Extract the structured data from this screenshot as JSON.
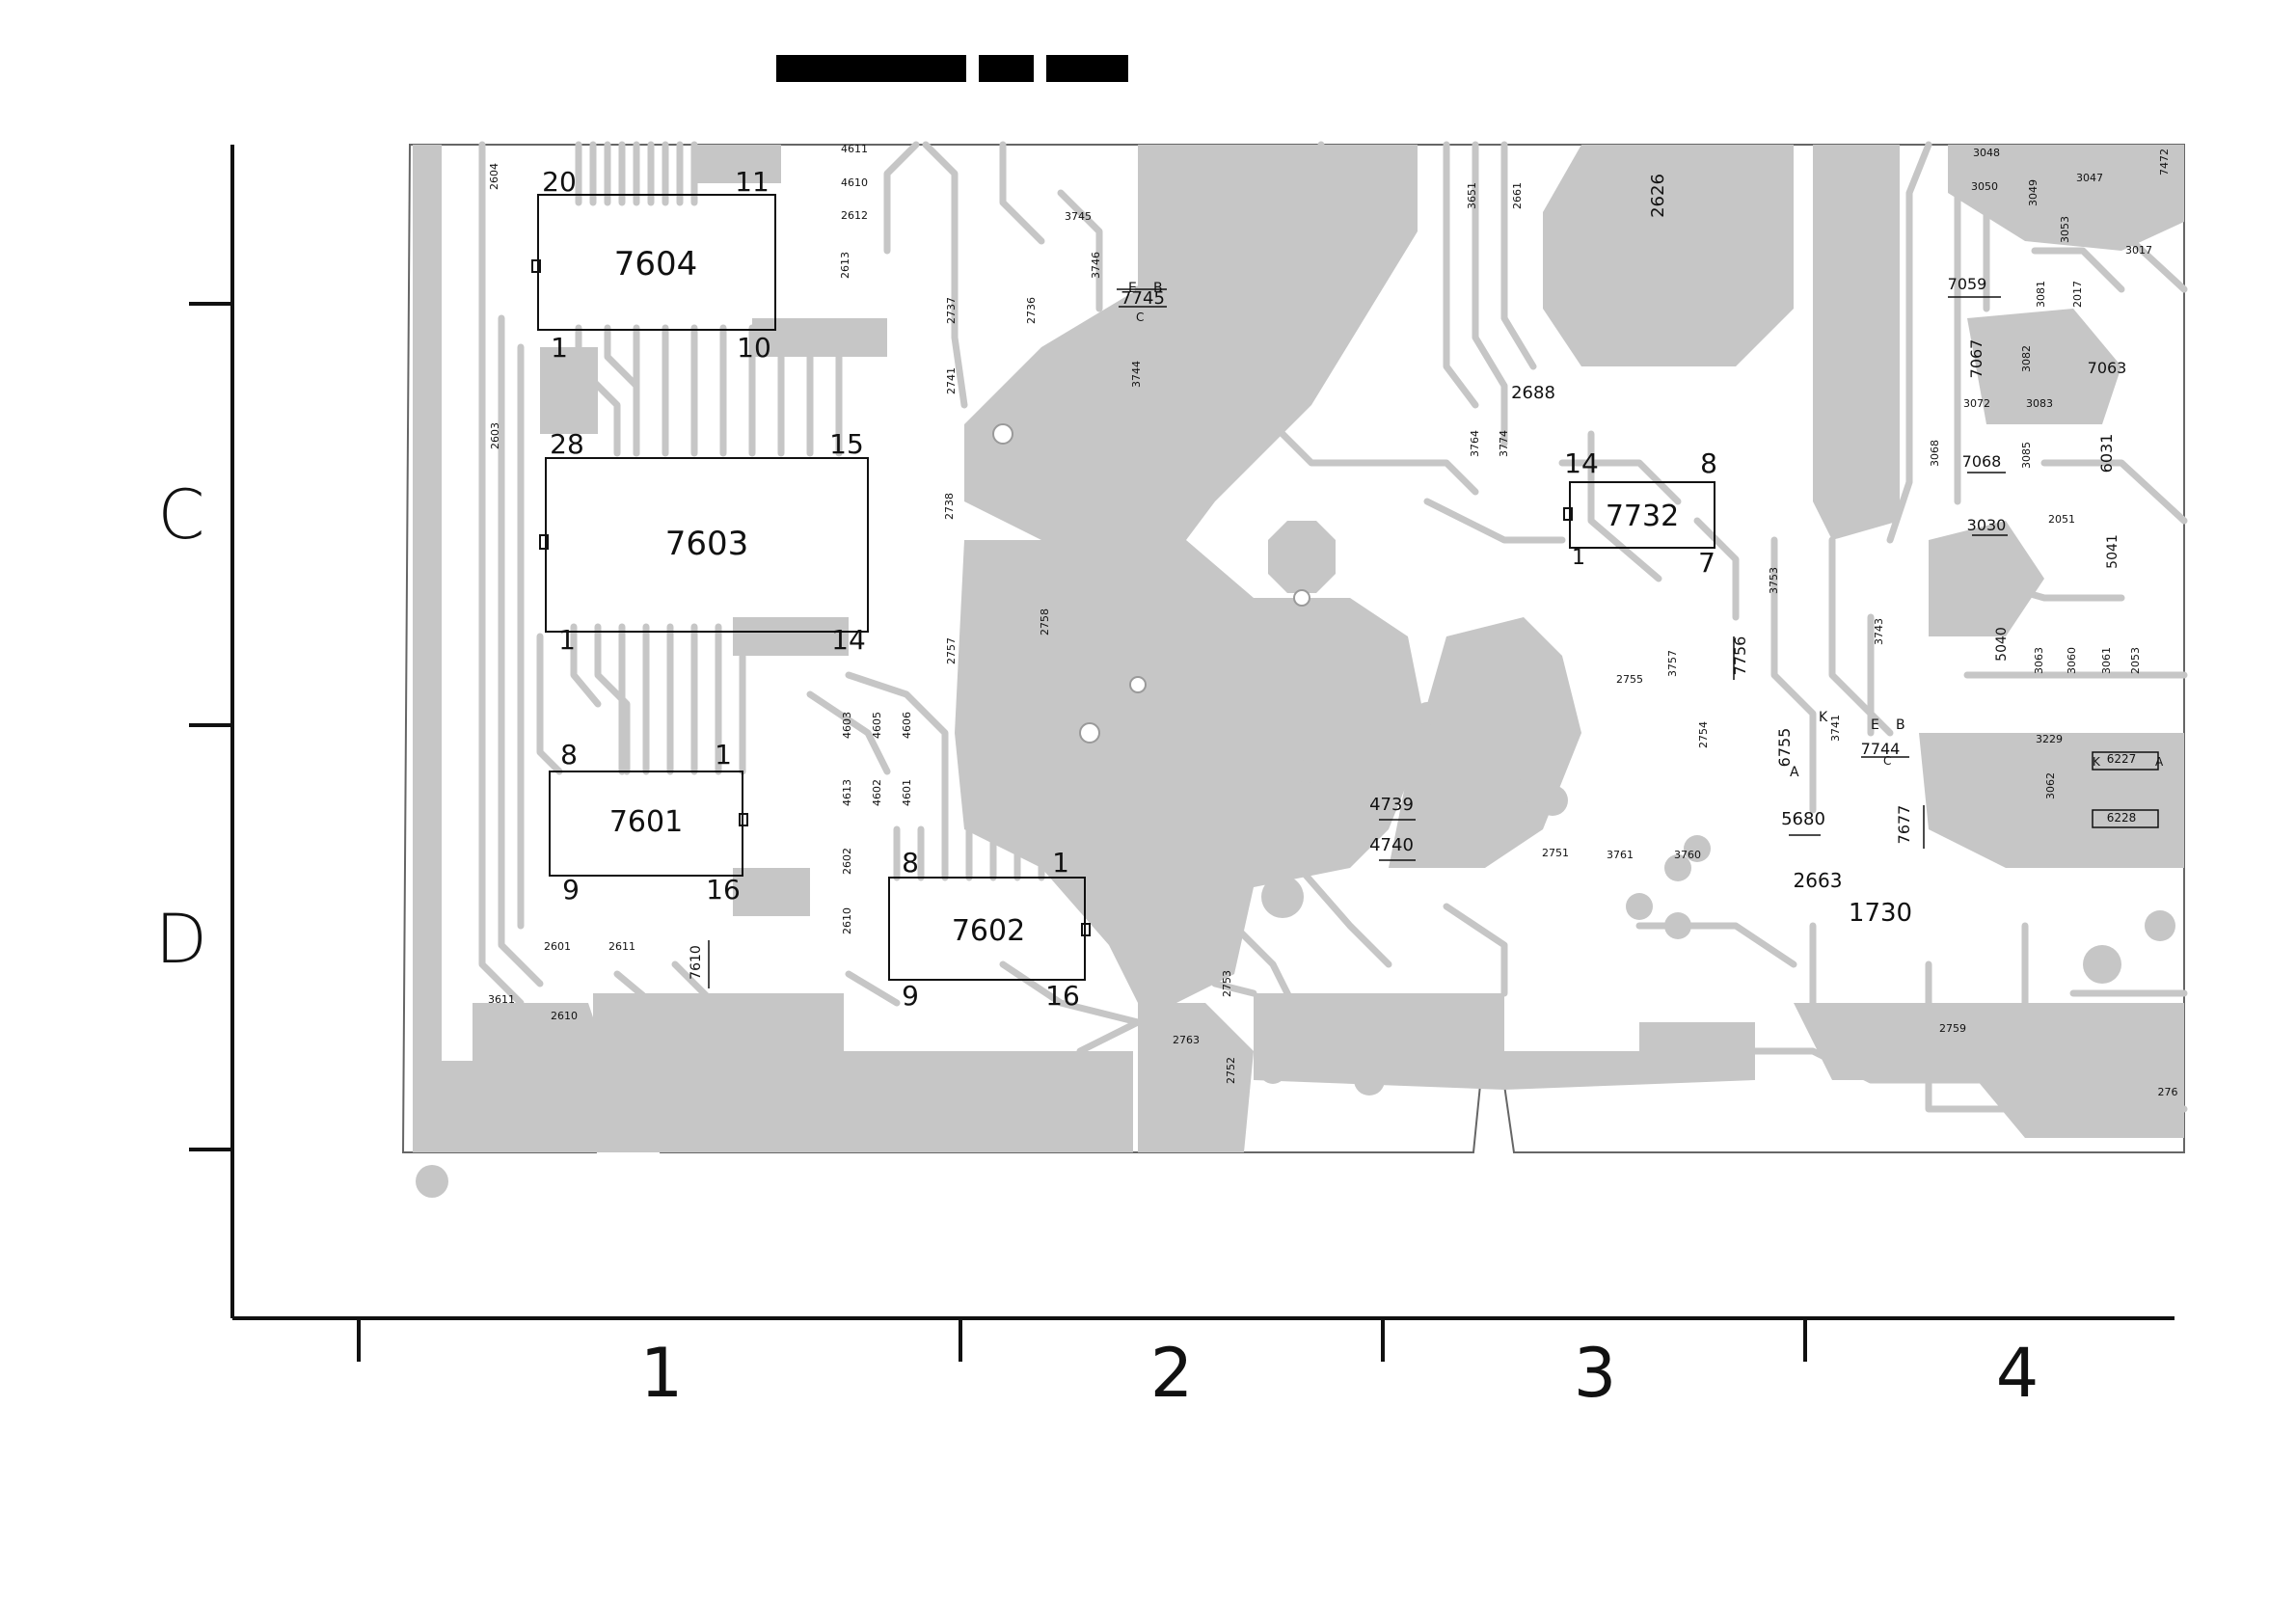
{
  "header": {
    "blocks": [
      "redacted-1",
      "redacted-2",
      "redacted-3"
    ]
  },
  "frame": {
    "row_labels": [
      "C",
      "D"
    ],
    "column_labels": [
      "1",
      "2",
      "3",
      "4"
    ]
  },
  "colors": {
    "copper": "#c6c6c6",
    "ink": "#111111",
    "background": "#ffffff"
  },
  "ics": [
    {
      "id": "7604",
      "pins": [
        "20",
        "11",
        "1",
        "10"
      ]
    },
    {
      "id": "7603",
      "pins": [
        "28",
        "15",
        "1",
        "14"
      ]
    },
    {
      "id": "7601",
      "pins": [
        "8",
        "1",
        "9",
        "16"
      ]
    },
    {
      "id": "7602",
      "pins": [
        "8",
        "1",
        "9",
        "16"
      ]
    },
    {
      "id": "7732",
      "pins": [
        "14",
        "8",
        "1",
        "7"
      ]
    }
  ],
  "labels": {
    "l2604": "2604",
    "l4611": "4611",
    "l4610": "4610",
    "l2612": "2612",
    "l2613": "2613",
    "l2603": "2603",
    "l2601": "2601",
    "l2611": "2611",
    "l3611": "3611",
    "l2610": "2610",
    "l7610": "7610",
    "l4603": "4603",
    "l4605": "4605",
    "l4606": "4606",
    "l4613": "4613",
    "l4602": "4602",
    "l4601": "4601",
    "l2602": "2602",
    "l2610b": "2610",
    "l3745": "3745",
    "l3746": "3746",
    "l7745": "7745",
    "l2737": "2737",
    "l2736": "2736",
    "l2741": "2741",
    "l3744": "3744",
    "l2738": "2738",
    "l2757": "2757",
    "l2758": "2758",
    "l2626": "2626",
    "l3651": "3651",
    "l2661": "2661",
    "l2688": "2688",
    "l3764": "3764",
    "l3774": "3774",
    "l4739": "4739",
    "l4740": "4740",
    "l2755": "2755",
    "l3757": "3757",
    "l7756": "7756",
    "l3753": "3753",
    "l2754": "2754",
    "l6755": "6755",
    "l3741": "3741",
    "l7744": "7744",
    "l3743": "3743",
    "l5680": "5680",
    "l2663": "2663",
    "l7677": "7677",
    "l1730": "1730",
    "l2751": "2751",
    "l3761": "3761",
    "l3760": "3760",
    "l2753": "2753",
    "l2763": "2763",
    "l2752": "2752",
    "l2759": "2759",
    "l2760": "276",
    "l3048": "3048",
    "l3050": "3050",
    "l3049": "3049",
    "l3047": "3047",
    "l3053": "3053",
    "l3017": "3017",
    "l7059": "7059",
    "l3081": "3081",
    "l2017": "2017",
    "l7067": "7067",
    "l3082": "3082",
    "l7063": "7063",
    "l3072": "3072",
    "l3083": "3083",
    "l3068": "3068",
    "l7068": "7068",
    "l3085": "3085",
    "l6031": "6031",
    "l3030": "3030",
    "l2051": "2051",
    "l5041": "5041",
    "l5040": "5040",
    "l3063": "3063",
    "l3060": "3060",
    "l3061": "3061",
    "l2053": "2053",
    "l3062": "3062",
    "l3229": "3229",
    "l6227": "6227",
    "l6228": "6228",
    "l7472": "7472",
    "pinK1": "K",
    "pinA1": "A",
    "pinK2": "K",
    "pinA2": "A",
    "pinE1": "E",
    "pinB1": "B",
    "pinC1": "C",
    "pinE2": "E",
    "pinB2": "B",
    "pinC2": "C"
  }
}
